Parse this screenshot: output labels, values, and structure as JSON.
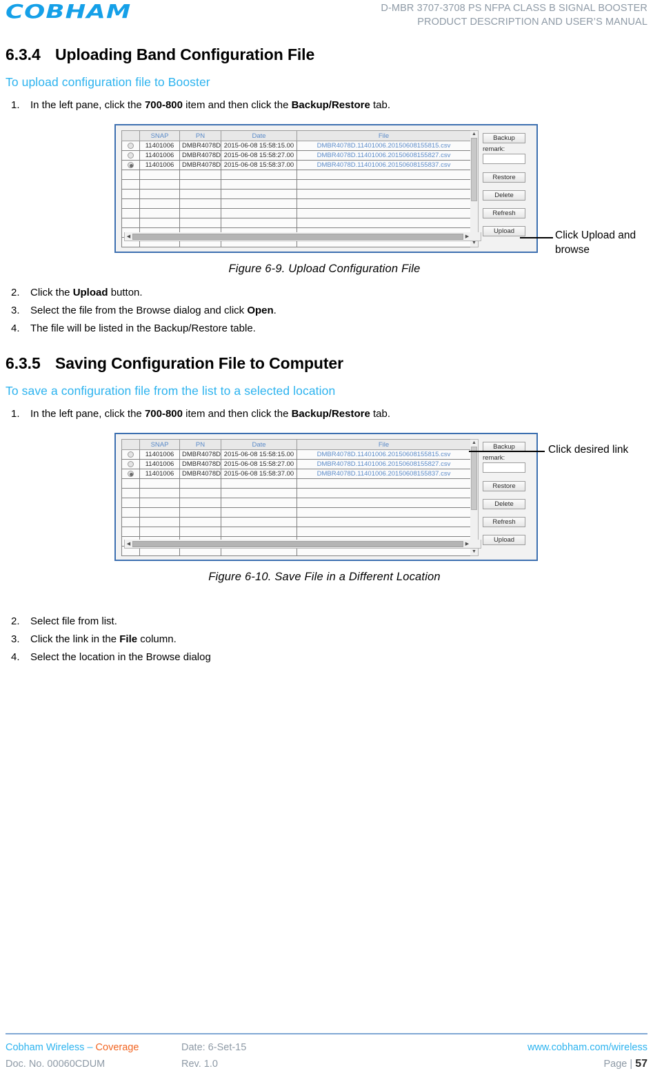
{
  "header": {
    "logo": "COBHAM",
    "line1": "D-MBR 3707-3708 PS NFPA CLASS B SIGNAL BOOSTER",
    "line2": "PRODUCT DESCRIPTION AND USER’S MANUAL"
  },
  "sections": [
    {
      "number": "6.3.4",
      "title": "Uploading Band Configuration File",
      "subtitle": "To upload configuration file to Booster",
      "steps_before": [
        {
          "marker": "1.",
          "parts": [
            {
              "t": "In the left pane, click the ",
              "b": false
            },
            {
              "t": "700-800",
              "b": true
            },
            {
              "t": " item and then click the ",
              "b": false
            },
            {
              "t": "Backup/Restore",
              "b": true
            },
            {
              "t": " tab.",
              "b": false
            }
          ]
        }
      ],
      "caption": "Figure 6-9. Upload Configuration File",
      "callout": "Click Upload and\nbrowse",
      "steps_after": [
        {
          "marker": "2.",
          "parts": [
            {
              "t": "Click the ",
              "b": false
            },
            {
              "t": "Upload",
              "b": true
            },
            {
              "t": " button.",
              "b": false
            }
          ]
        },
        {
          "marker": "3.",
          "parts": [
            {
              "t": "Select the file from the Browse dialog and click ",
              "b": false
            },
            {
              "t": "Open",
              "b": true
            },
            {
              "t": ".",
              "b": false
            }
          ]
        },
        {
          "marker": "4.",
          "parts": [
            {
              "t": "The file will be listed in the Backup/Restore table.",
              "b": false
            }
          ]
        }
      ]
    },
    {
      "number": "6.3.5",
      "title": "Saving Configuration File to Computer",
      "subtitle": "To save a configuration file from the list to a selected location",
      "steps_before": [
        {
          "marker": "1.",
          "parts": [
            {
              "t": "In the left pane, click the ",
              "b": false
            },
            {
              "t": "700-800",
              "b": true
            },
            {
              "t": " item and then click the ",
              "b": false
            },
            {
              "t": "Backup/Restore",
              "b": true
            },
            {
              "t": " tab.",
              "b": false
            }
          ]
        }
      ],
      "caption": "Figure 6-10. Save File in a Different Location",
      "callout": "Click desired link",
      "steps_after": [
        {
          "marker": "2.",
          "parts": [
            {
              "t": "Select file from list.",
              "b": false
            }
          ]
        },
        {
          "marker": "3.",
          "parts": [
            {
              "t": "Click the link in the ",
              "b": false
            },
            {
              "t": "File",
              "b": true
            },
            {
              "t": " column.",
              "b": false
            }
          ]
        },
        {
          "marker": "4.",
          "parts": [
            {
              "t": "Select the location in the Browse dialog",
              "b": false
            }
          ]
        }
      ]
    }
  ],
  "screenshot": {
    "columns": [
      "",
      "SNAP",
      "PN",
      "Date",
      "File"
    ],
    "rows": [
      {
        "selected": false,
        "snap": "11401006",
        "pn": "DMBR4078D",
        "date": "2015-06-08 15:58:15.00",
        "file": "DMBR4078D.11401006.20150608155815.csv"
      },
      {
        "selected": false,
        "snap": "11401006",
        "pn": "DMBR4078D",
        "date": "2015-06-08 15:58:27.00",
        "file": "DMBR4078D.11401006.20150608155827.csv"
      },
      {
        "selected": true,
        "snap": "11401006",
        "pn": "DMBR4078D",
        "date": "2015-06-08 15:58:37.00",
        "file": "DMBR4078D.11401006.20150608155837.csv"
      }
    ],
    "empty_row_count": 8,
    "buttons": {
      "backup": "Backup",
      "remark_label": "remark:",
      "remark_value": "",
      "restore": "Restore",
      "delete": "Delete",
      "refresh": "Refresh",
      "upload": "Upload"
    }
  },
  "footer": {
    "company_blue": "Cobham Wireless ",
    "company_dash": "– ",
    "company_orange": "Coverage",
    "date": "Date: 6-Set-15",
    "website": "www.cobham.com/wireless",
    "doc_no": "Doc. No. 00060CDUM",
    "rev": "Rev. 1.0",
    "page_label": "Page | ",
    "page_number": "57"
  }
}
